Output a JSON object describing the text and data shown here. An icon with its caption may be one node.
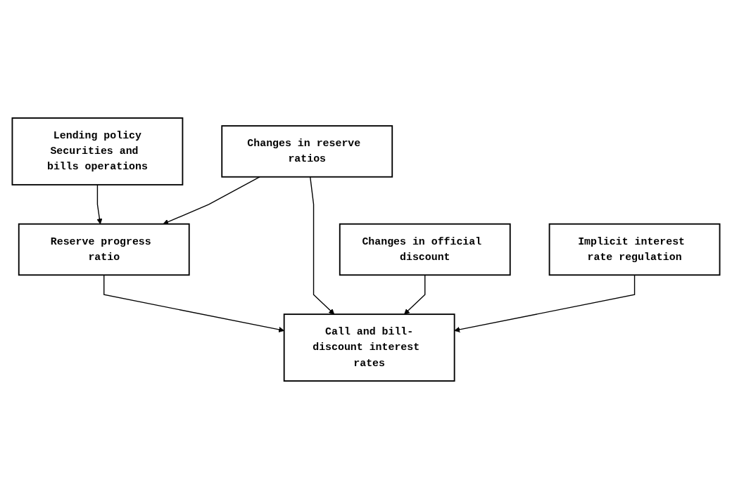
{
  "diagram": {
    "nodes": [
      {
        "text": [
          "Lending policy",
          "Securities and bills operations"
        ]
      },
      {
        "text": [
          "Changes in reserve ratios"
        ]
      },
      {
        "text": [
          "Changes in official discount"
        ]
      },
      {
        "text": [
          "Reserve progress ratio"
        ]
      },
      {
        "text": [
          "Call and bill-discount interest rates"
        ]
      },
      {
        "text": [
          "Implicit interest rate regulation"
        ]
      }
    ],
    "edges": [
      {
        "from": 0,
        "to": 3,
        "arrow": "to"
      },
      {
        "from": 1,
        "to": 3,
        "arrow": "to"
      },
      {
        "from": 3,
        "to": 4,
        "arrow": "to"
      },
      {
        "from": 1,
        "to": 4,
        "arrow": "to"
      },
      {
        "from": 2,
        "to": 4,
        "arrow": "to"
      },
      {
        "from": 5,
        "to": 4,
        "arrow": "to"
      }
    ]
  }
}
